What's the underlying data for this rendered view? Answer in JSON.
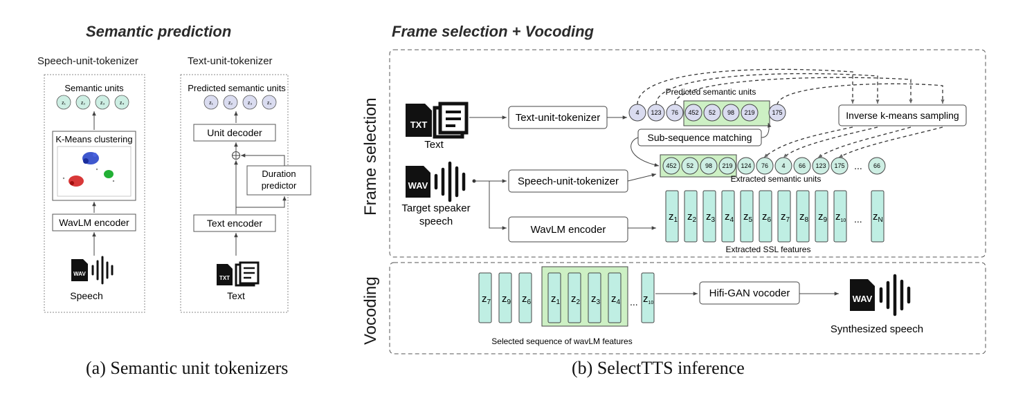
{
  "panel_a": {
    "title": "Semantic prediction",
    "caption": "(a) Semantic unit tokenizers",
    "speech_tokenizer": {
      "title": "Speech-unit-tokenizer",
      "units_label": "Semantic units",
      "unit_tokens": [
        "z₁",
        "z₂",
        "z₃",
        "z₄"
      ],
      "clustering_label": "K-Means clustering",
      "encoder_label": "WavLM encoder",
      "input_label": "Speech"
    },
    "text_tokenizer": {
      "title": "Text-unit-tokenizer",
      "units_label": "Predicted semantic units",
      "unit_tokens": [
        "z₁",
        "z₂",
        "z₃",
        "z₄"
      ],
      "decoder_label": "Unit decoder",
      "duration_label_1": "Duration",
      "duration_label_2": "predictor",
      "encoder_label": "Text encoder",
      "input_label": "Text"
    }
  },
  "panel_b": {
    "title": "Frame selection + Vocoding",
    "caption": "(b) SelectTTS inference",
    "frame_selection_label": "Frame selection",
    "vocoding_label": "Vocoding",
    "text_input_label": "Text",
    "speaker_input_label_1": "Target speaker",
    "speaker_input_label_2": "speech",
    "text_tokenizer_label": "Text-unit-tokenizer",
    "speech_tokenizer_label": "Speech-unit-tokenizer",
    "wavlm_label": "WavLM encoder",
    "predicted_units_label": "Predicted semantic units",
    "predicted_units": [
      "4",
      "123",
      "76",
      "452",
      "52",
      "98",
      "219",
      "175"
    ],
    "subsequence_label": "Sub-sequence matching",
    "inverse_label": "Inverse k-means sampling",
    "extracted_units": [
      "452",
      "52",
      "98",
      "219",
      "124",
      "76",
      "4",
      "66",
      "123",
      "175",
      "...",
      "66"
    ],
    "extracted_units_label": "Extracted semantic units",
    "ssl_features": [
      "1",
      "2",
      "3",
      "4",
      "5",
      "6",
      "7",
      "8",
      "9",
      "10",
      "...",
      "N"
    ],
    "ssl_features_label": "Extracted SSL features",
    "selected_features": [
      "7",
      "9",
      "6",
      "1",
      "2",
      "3",
      "4",
      "...",
      "10"
    ],
    "selected_label": "Selected sequence of  wavLM features",
    "vocoder_label": "Hifi-GAN vocoder",
    "output_label": "Synthesized speech"
  },
  "colors": {
    "unit_fill": "#cdeee3",
    "predicted_unit_fill": "#dadcf0",
    "highlight_fill": "#cdf0c4",
    "feature_fill": "#bfeee3",
    "stroke": "#333333"
  },
  "icons": [
    "wav-file-icon",
    "txt-file-icon",
    "document-lines-icon",
    "waveform-icon"
  ]
}
